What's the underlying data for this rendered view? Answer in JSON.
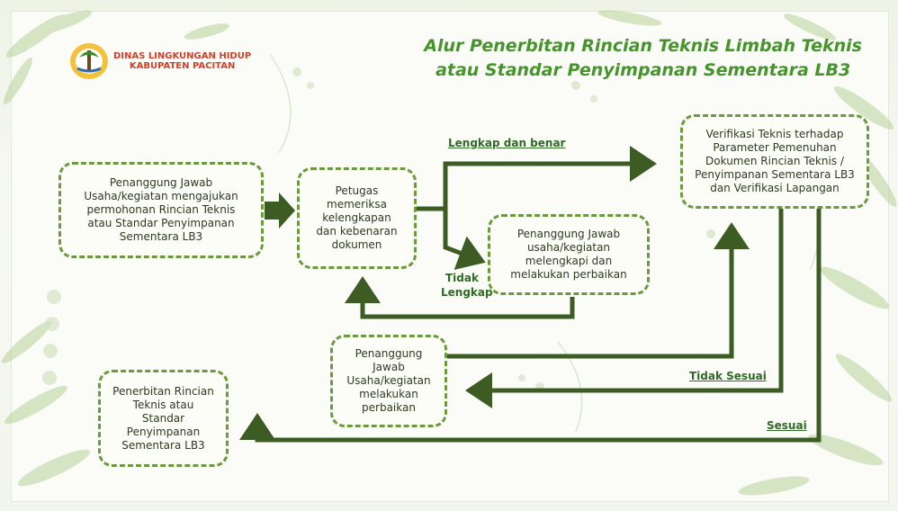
{
  "header": {
    "org_line1": "DINAS LINGKUNGAN HIDUP",
    "org_line2": "KABUPATEN PACITAN",
    "title_line1": "Alur Penerbitan Rincian Teknis Limbah Teknis",
    "title_line2": "atau Standar Penyimpanan Sementara LB3"
  },
  "nodes": {
    "applicant": [
      "Penanggung Jawab",
      "Usaha/kegiatan mengajukan",
      "permohonan Rincian Teknis",
      "atau Standar Penyimpanan",
      "Sementara LB3"
    ],
    "officer": [
      "Petugas",
      "memeriksa",
      "kelengkapan",
      "dan kebenaran",
      "dokumen"
    ],
    "complete": [
      "Penanggung Jawab",
      "usaha/kegiatan",
      "melengkapi dan",
      "melakukan perbaikan"
    ],
    "verify": [
      "Verifikasi Teknis terhadap",
      "Parameter Pemenuhan",
      "Dokumen Rincian Teknis /",
      "Penyimpanan Sementara LB3",
      "dan Verifikasi Lapangan"
    ],
    "repair": [
      "Penanggung",
      "Jawab",
      "Usaha/kegiatan",
      "melakukan",
      "perbaikan"
    ],
    "issue": [
      "Penerbitan Rincian",
      "Teknis atau",
      "Standar",
      "Penyimpanan",
      "Sementara LB3"
    ]
  },
  "labels": {
    "complete_ok": "Lengkap dan benar",
    "incomplete_1": "Tidak",
    "incomplete_2": "Lengkap",
    "not_match": "Tidak Sesuai",
    "match": "Sesuai"
  }
}
